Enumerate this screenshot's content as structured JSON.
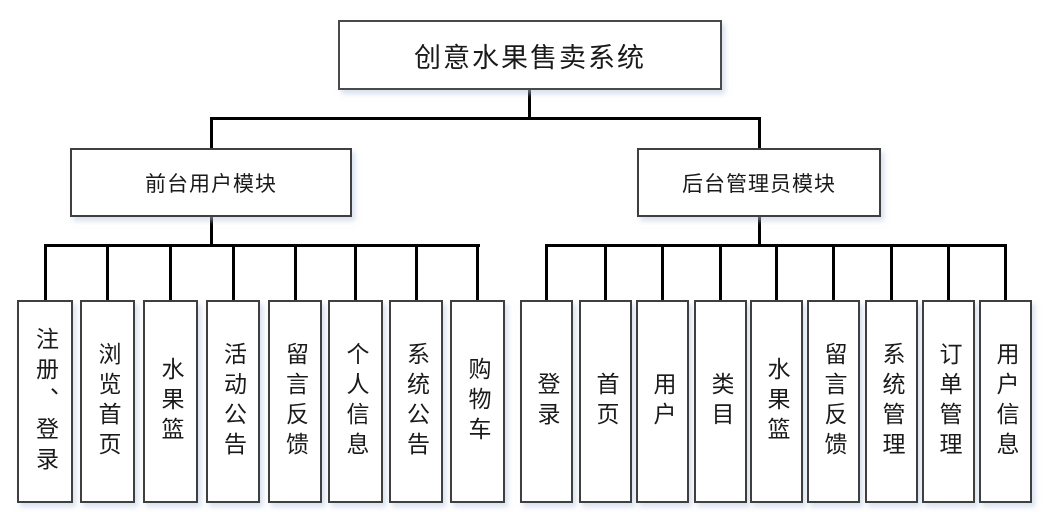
{
  "tree": {
    "root": "创意水果售卖系统",
    "branches": [
      {
        "label": "前台用户模块",
        "children": [
          "注册、登录",
          "浏览首页",
          "水果篮",
          "活动公告",
          "留言反馈",
          "个人信息",
          "系统公告",
          "购物车"
        ]
      },
      {
        "label": "后台管理员模块",
        "children": [
          "登录",
          "首页",
          "用户",
          "类目",
          "水果篮",
          "留言反馈",
          "系统管理",
          "订单管理",
          "用户信息"
        ]
      }
    ]
  },
  "colors": {
    "connector_line": "#000000",
    "box_border": "#3f3f3f",
    "background": "#ffffff",
    "text": "#1a1a1a"
  }
}
